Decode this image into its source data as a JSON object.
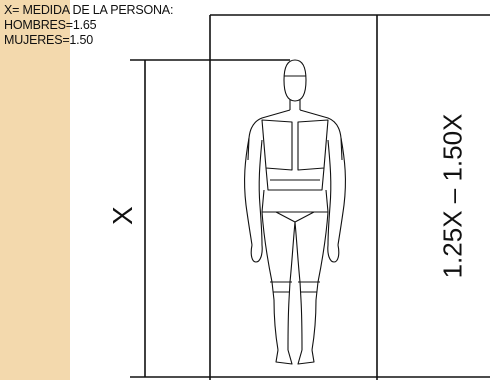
{
  "note": {
    "line1": "X= MEDIDA DE LA PERSONA:",
    "line2": "HOMBRES=1.65",
    "line3": "MUJERES=1.50"
  },
  "dimensions": {
    "person_height": "X",
    "opening_height": "1.25X – 1.50X"
  },
  "colors": {
    "wall_strip": "#f3d9ad",
    "line": "#111111"
  },
  "icons": {
    "figure": "standing-human-figure-icon"
  }
}
